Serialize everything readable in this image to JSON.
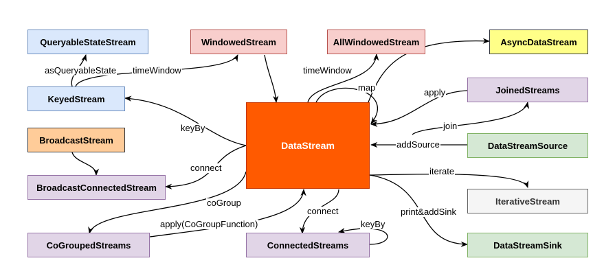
{
  "nodes": {
    "queryable": "QueryableStateStream",
    "windowed": "WindowedStream",
    "allwindowed": "AllWindowedStream",
    "async": "AsyncDataStream",
    "keyed": "KeyedStream",
    "joined": "JoinedStreams",
    "broadcast": "BroadcastStream",
    "datastream": "DataStream",
    "source": "DataStreamSource",
    "broadcastconnected": "BroadcastConnectedStream",
    "iterative": "IterativeStream",
    "cogrouped": "CoGroupedStreams",
    "connected": "ConnectedStreams",
    "sink": "DataStreamSink"
  },
  "edges": {
    "asQueryableState": "asQueryableState",
    "timeWindow_keyed": "timeWindow",
    "timeWindow_ds": "timeWindow",
    "map": "map",
    "apply": "apply",
    "keyBy": "keyBy",
    "join": "join",
    "addSource": "addSource",
    "connect_bc": "connect",
    "iterate": "iterate",
    "coGroup": "coGroup",
    "connect_cs": "connect",
    "keyBy_cs": "keyBy",
    "applyCoGroup": "apply(CoGroupFunction)",
    "printSink": "print&addSink"
  },
  "colors": {
    "edge": "#000000",
    "datastream_fill": "#ff5a00"
  }
}
